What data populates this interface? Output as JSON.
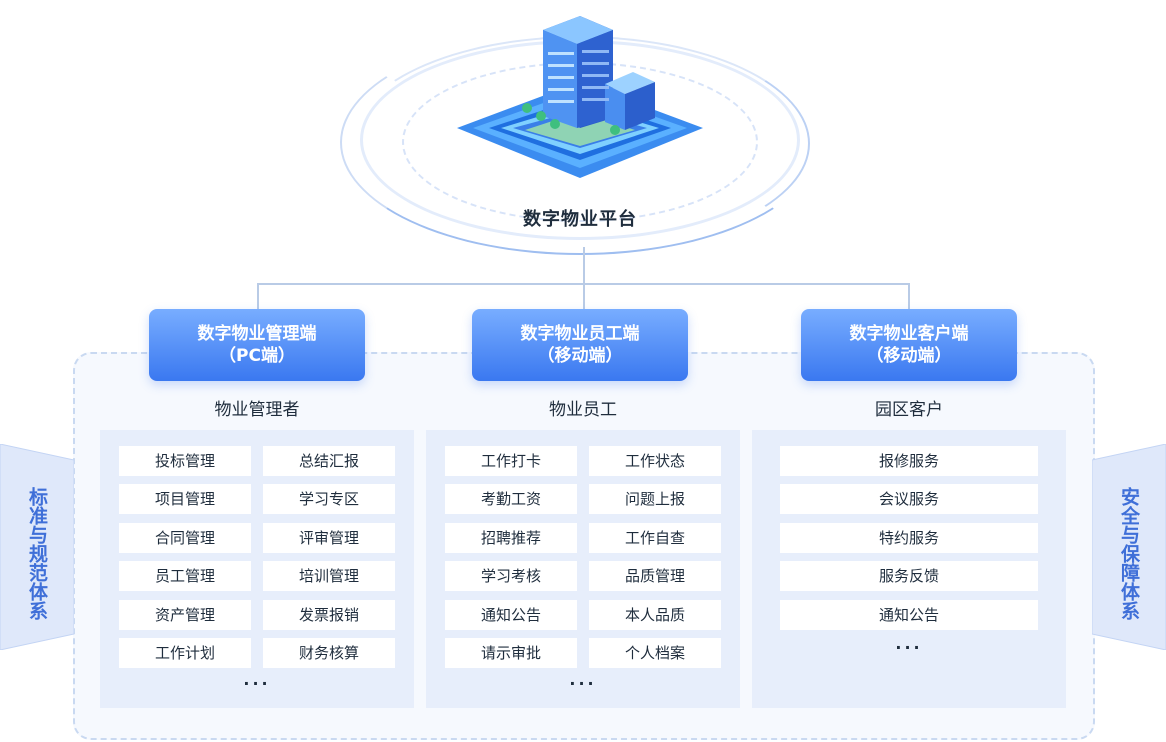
{
  "platform": {
    "title": "数字物业平台"
  },
  "sides": {
    "left": "标准与规范体系",
    "right": "安全与保障体系"
  },
  "columns": [
    {
      "header_line1": "数字物业管理端",
      "header_line2": "（PC端）",
      "role": "物业管理者",
      "items": [
        "投标管理",
        "总结汇报",
        "项目管理",
        "学习专区",
        "合同管理",
        "评审管理",
        "员工管理",
        "培训管理",
        "资产管理",
        "发票报销",
        "工作计划",
        "财务核算"
      ],
      "more": "···"
    },
    {
      "header_line1": "数字物业员工端",
      "header_line2": "（移动端）",
      "role": "物业员工",
      "items": [
        "工作打卡",
        "工作状态",
        "考勤工资",
        "问题上报",
        "招聘推荐",
        "工作自查",
        "学习考核",
        "品质管理",
        "通知公告",
        "本人品质",
        "请示审批",
        "个人档案"
      ],
      "more": "···"
    },
    {
      "header_line1": "数字物业客户端",
      "header_line2": "（移动端）",
      "role": "园区客户",
      "items": [
        "报修服务",
        "会议服务",
        "特约服务",
        "服务反馈",
        "通知公告"
      ],
      "more": "···"
    }
  ]
}
